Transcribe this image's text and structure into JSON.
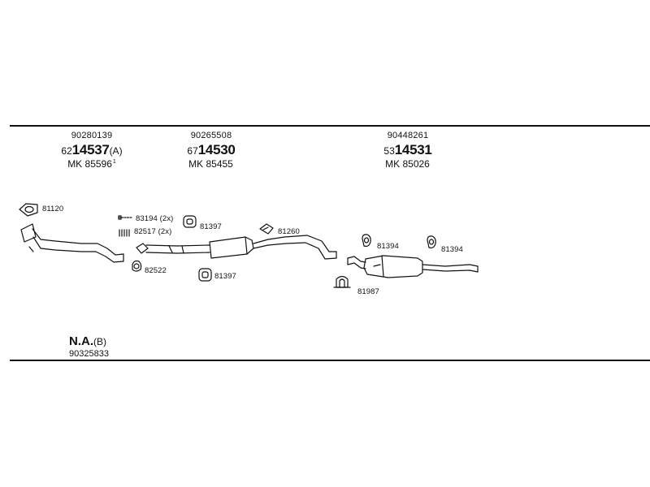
{
  "columns": [
    {
      "ref": "90280139",
      "prefix": "62",
      "number": "14537",
      "suffix": "(A)",
      "mk_label": "MK",
      "mk_number": "85596",
      "mk_sup": "1"
    },
    {
      "ref": "90265508",
      "prefix": "67",
      "number": "14530",
      "suffix": "",
      "mk_label": "MK",
      "mk_number": "85455",
      "mk_sup": ""
    },
    {
      "ref": "90448261",
      "prefix": "53",
      "number": "14531",
      "suffix": "",
      "mk_label": "MK",
      "mk_number": "85026",
      "mk_sup": ""
    }
  ],
  "parts": {
    "p81120": "81120",
    "p83194": "83194 (2x)",
    "p82517": "82517 (2x)",
    "p81397a": "81397",
    "p81260": "81260",
    "p82522": "82522",
    "p81397b": "81397",
    "p81394a": "81394",
    "p81394b": "81394",
    "p81987": "81987"
  },
  "footer": {
    "na_label": "N.A.",
    "na_suffix": "(B)",
    "na_number": "90325833"
  },
  "colors": {
    "line": "#111111",
    "background": "#ffffff"
  }
}
